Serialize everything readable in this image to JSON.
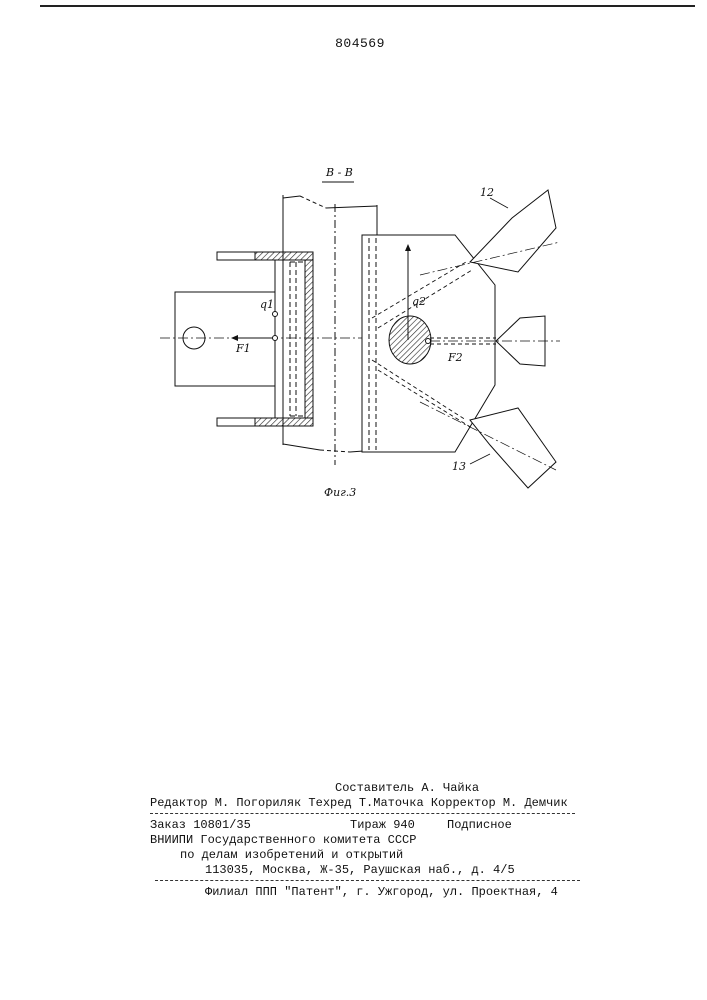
{
  "header": {
    "patent_number": "804569"
  },
  "figure": {
    "section_label": "В - В",
    "caption": "Фиг.3",
    "callouts": {
      "part_12": "12",
      "part_13": "13"
    },
    "symbols": {
      "q1": "q1",
      "q2": "q2",
      "f1": "F1",
      "f2": "F2"
    }
  },
  "colophon": {
    "compiler": "Составитель А. Чайка",
    "editors": "Редактор  М. Погориляк Техред Т.Маточка Корректор М. Демчик",
    "order": "Заказ 10801/35",
    "circulation": "Тираж 940",
    "subscription": "Подписное",
    "org_line1": "ВНИИПИ Государственного комитета СССР",
    "org_line2": "по делам изобретений и открытий",
    "address": "113035, Москва, Ж-35, Раушская наб., д. 4/5",
    "branch": "Филиал ППП \"Патент\", г. Ужгород, ул. Проектная, 4"
  }
}
